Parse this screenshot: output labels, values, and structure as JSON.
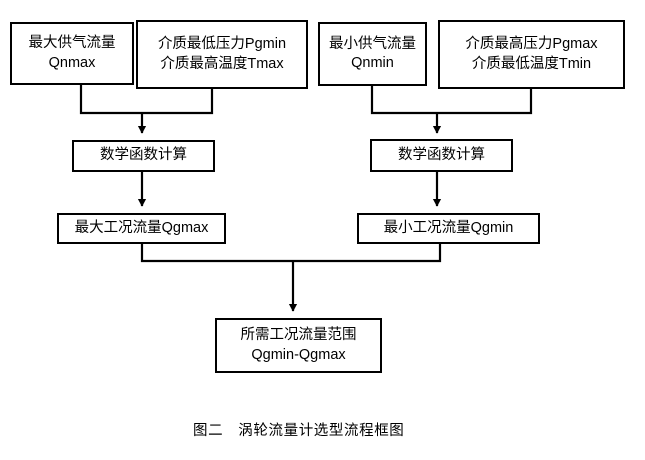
{
  "diagram": {
    "caption": "图二　涡轮流量计选型流程框图",
    "stroke_color": "#000000",
    "background_color": "#ffffff",
    "nodes": {
      "qnmax": {
        "line1": "最大供气流量",
        "line2": "Qnmax"
      },
      "pgmin_tmax": {
        "line1": "介质最低压力Pgmin",
        "line2": "介质最高温度Tmax"
      },
      "qnmin": {
        "line1": "最小供气流量",
        "line2": "Qnmin"
      },
      "pgmax_tmin": {
        "line1": "介质最高压力Pgmax",
        "line2": "介质最低温度Tmin"
      },
      "calc_left": {
        "line1": "数学函数计算"
      },
      "calc_right": {
        "line1": "数学函数计算"
      },
      "qgmax": {
        "line1": "最大工况流量Qgmax"
      },
      "qgmin": {
        "line1": "最小工况流量Qgmin"
      },
      "result": {
        "line1": "所需工况流量范围",
        "line2": "Qgmin-Qgmax"
      }
    }
  }
}
